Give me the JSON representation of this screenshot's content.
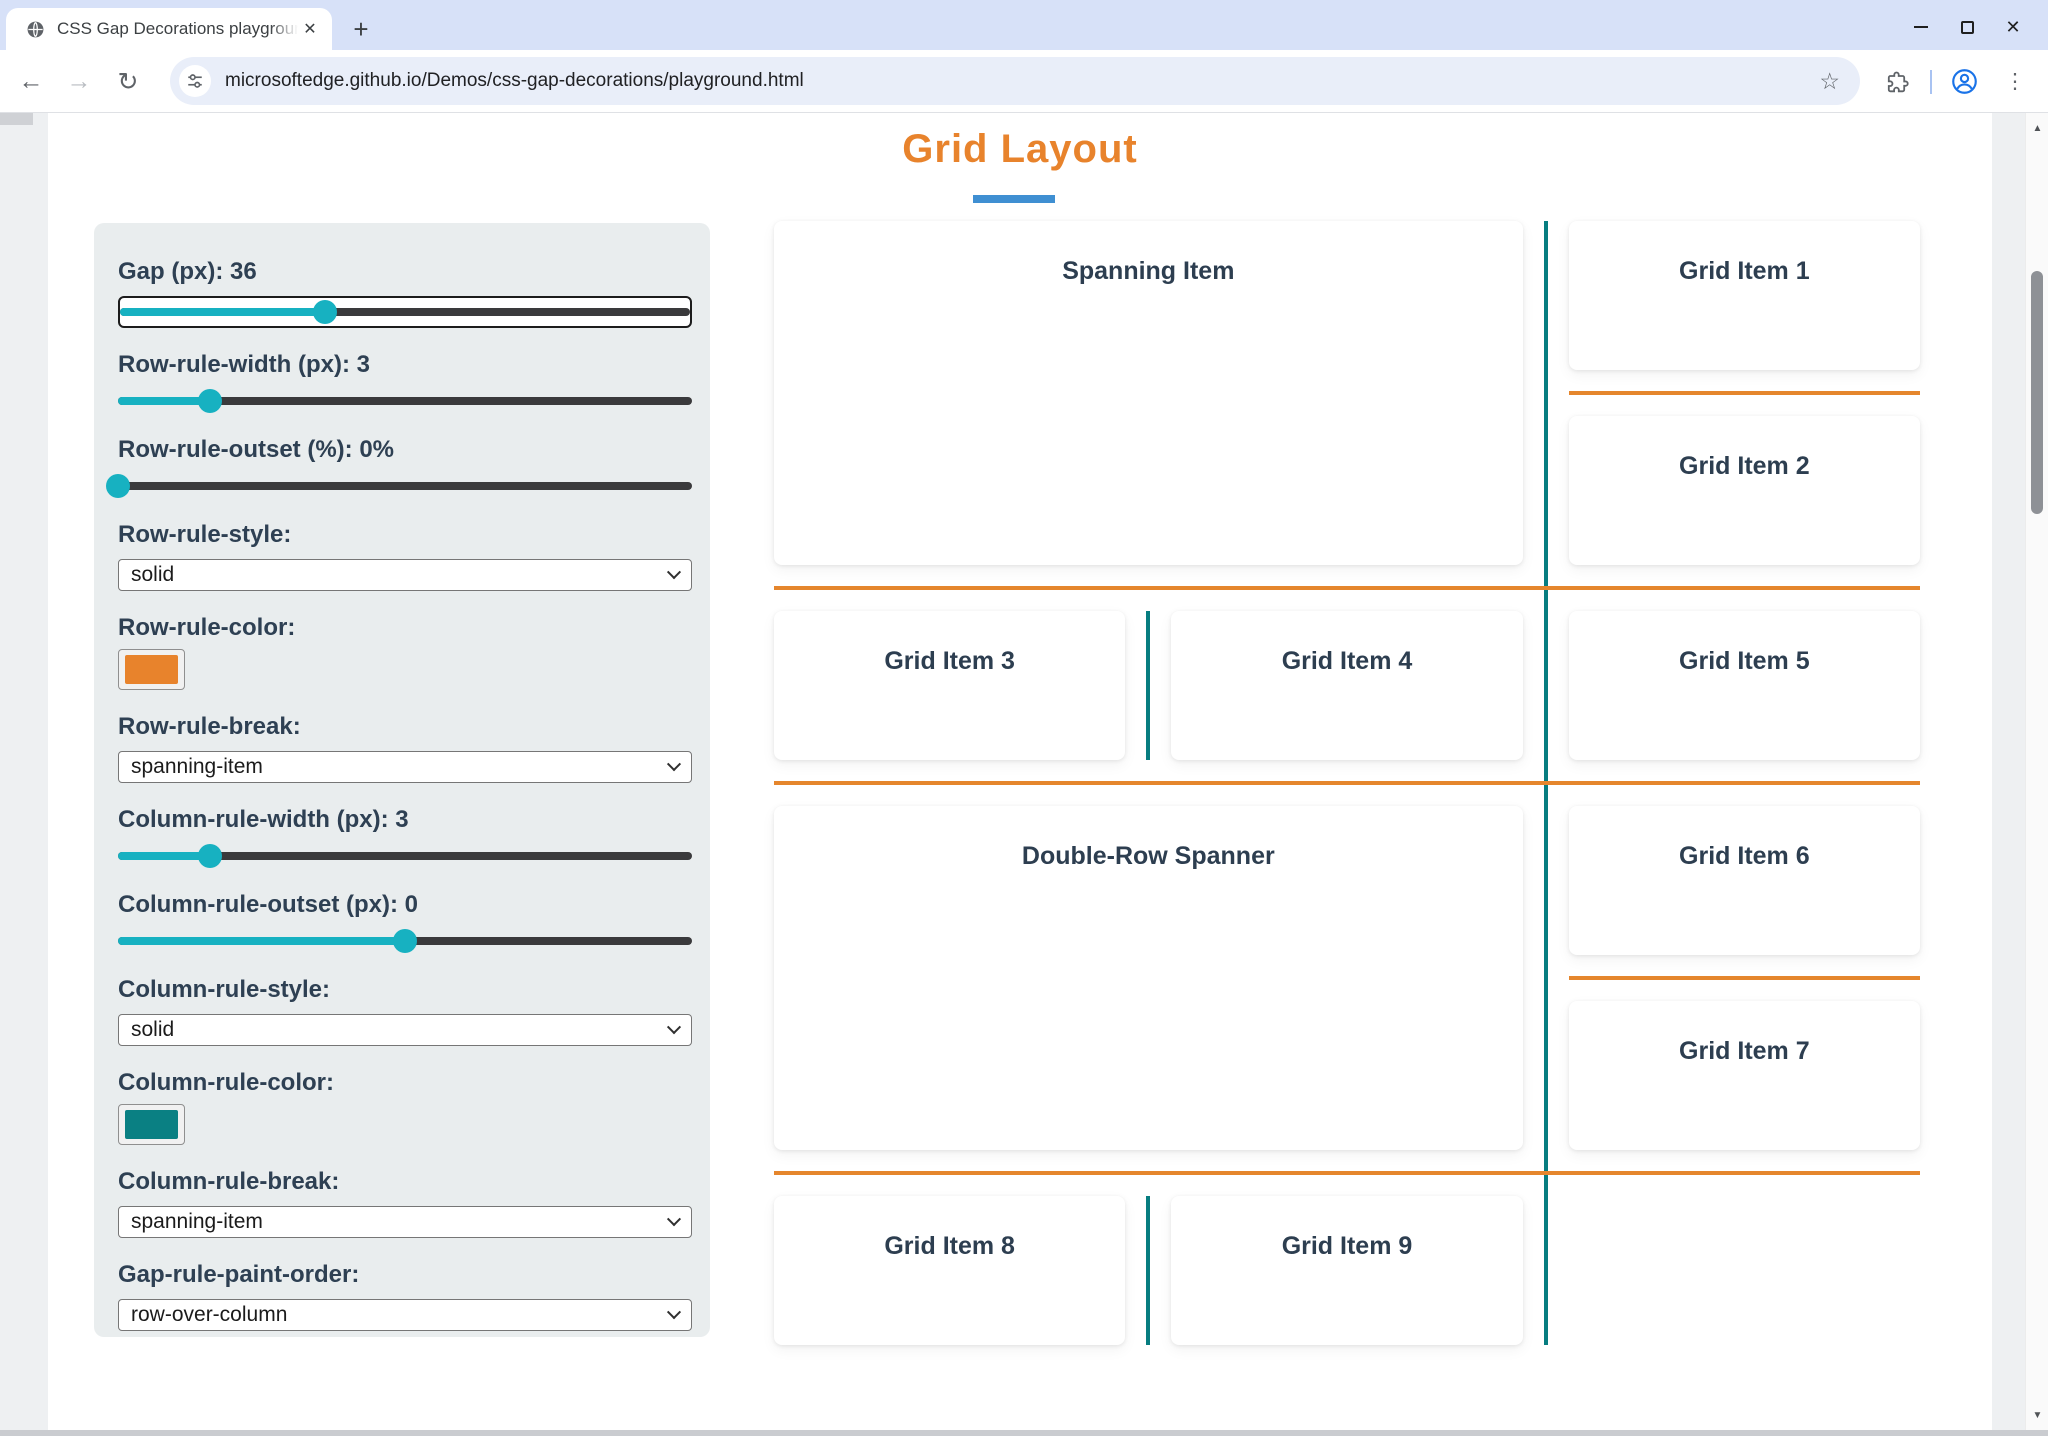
{
  "browser": {
    "tab": {
      "title": "CSS Gap Decorations playgroun",
      "close_glyph": "✕"
    },
    "new_tab_glyph": "+",
    "url": "microsoftedge.github.io/Demos/css-gap-decorations/playground.html",
    "nav": {
      "back_glyph": "←",
      "forward_glyph": "→",
      "reload_glyph": "↻"
    },
    "bookmark_glyph": "☆",
    "menu_glyph": "⋮",
    "window": {
      "close_glyph": "✕"
    },
    "scrollbar": {
      "up_glyph": "▲",
      "down_glyph": "▼"
    }
  },
  "page": {
    "title": "Grid Layout",
    "title_color": "#e8832c",
    "underline_color": "#3f8fd2"
  },
  "panel": {
    "controls": {
      "gap": {
        "label": "Gap (px): 36",
        "fill_pct": 36
      },
      "row_rule_width": {
        "label": "Row-rule-width (px): 3",
        "fill_pct": 16
      },
      "row_rule_outset": {
        "label": "Row-rule-outset (%): 0%",
        "fill_pct": 0
      },
      "row_rule_style": {
        "label": "Row-rule-style:",
        "value": "solid"
      },
      "row_rule_color": {
        "label": "Row-rule-color:",
        "value": "#e8832c"
      },
      "row_rule_break": {
        "label": "Row-rule-break:",
        "value": "spanning-item"
      },
      "column_rule_width": {
        "label": "Column-rule-width (px): 3",
        "fill_pct": 16
      },
      "column_rule_outset": {
        "label": "Column-rule-outset (px): 0",
        "fill_pct": 50
      },
      "column_rule_style": {
        "label": "Column-rule-style:",
        "value": "solid"
      },
      "column_rule_color": {
        "label": "Column-rule-color:",
        "value": "#0a8083"
      },
      "column_rule_break": {
        "label": "Column-rule-break:",
        "value": "spanning-item"
      },
      "gap_rule_paint_order": {
        "label": "Gap-rule-paint-order:",
        "value": "row-over-column"
      }
    },
    "slider_accent": "#17b1c1"
  },
  "grid": {
    "items": [
      {
        "label": "Spanning Item"
      },
      {
        "label": "Grid Item 1"
      },
      {
        "label": "Grid Item 2"
      },
      {
        "label": "Grid Item 3"
      },
      {
        "label": "Grid Item 4"
      },
      {
        "label": "Grid Item 5"
      },
      {
        "label": "Double-Row Spanner"
      },
      {
        "label": "Grid Item 6"
      },
      {
        "label": "Grid Item 7"
      },
      {
        "label": "Grid Item 8"
      },
      {
        "label": "Grid Item 9"
      }
    ],
    "rule_colors": {
      "row": "#e5862d",
      "column": "#077d80"
    }
  }
}
